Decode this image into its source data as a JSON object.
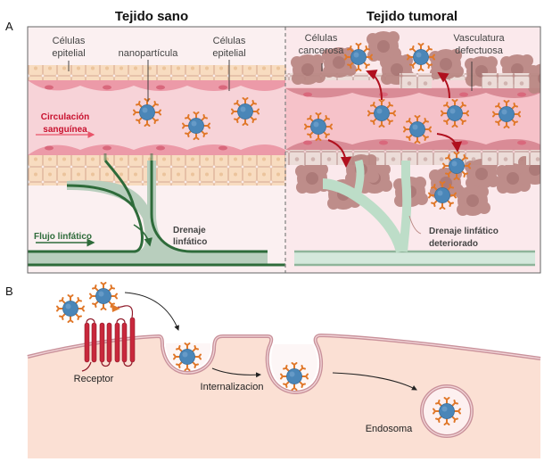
{
  "panel_a": {
    "letter": "A",
    "healthy": {
      "title": "Tejido sano",
      "label_epithelial_left": [
        "Células",
        "epitelial"
      ],
      "label_nanoparticle": "nanopartícula",
      "label_epithelial_right": [
        "Células",
        "epitelial"
      ],
      "label_circulation": [
        "Circulación",
        "sanguínea"
      ],
      "label_lymph_flow": "Flujo linfático",
      "label_drainage": [
        "Drenaje",
        "linfático"
      ]
    },
    "tumor": {
      "title": "Tejido tumoral",
      "label_cancer_cells": [
        "Células",
        "cancerosa"
      ],
      "label_vasculature": [
        "Vasculatura",
        "defectuosa"
      ],
      "label_impaired_drainage": [
        "Drenaje linfático",
        "deteriorado"
      ]
    }
  },
  "panel_b": {
    "letter": "B",
    "label_receptor": "Receptor",
    "label_internalization": "Internalizacion",
    "label_endosome": "Endosoma"
  },
  "colors": {
    "circulation_text": "#c8102e",
    "lymph_green": "#2e6b3a",
    "nanoparticle_core": "#4a86b8",
    "ligand_orange": "#e0782a",
    "receptor_red": "#c8283c",
    "cell_body": "#fbe0d4",
    "membrane": "#c9919a",
    "tumor_cell": "#b98682",
    "healthy_bg": "#fbf0f1",
    "vessel": "#f6c9cf"
  }
}
